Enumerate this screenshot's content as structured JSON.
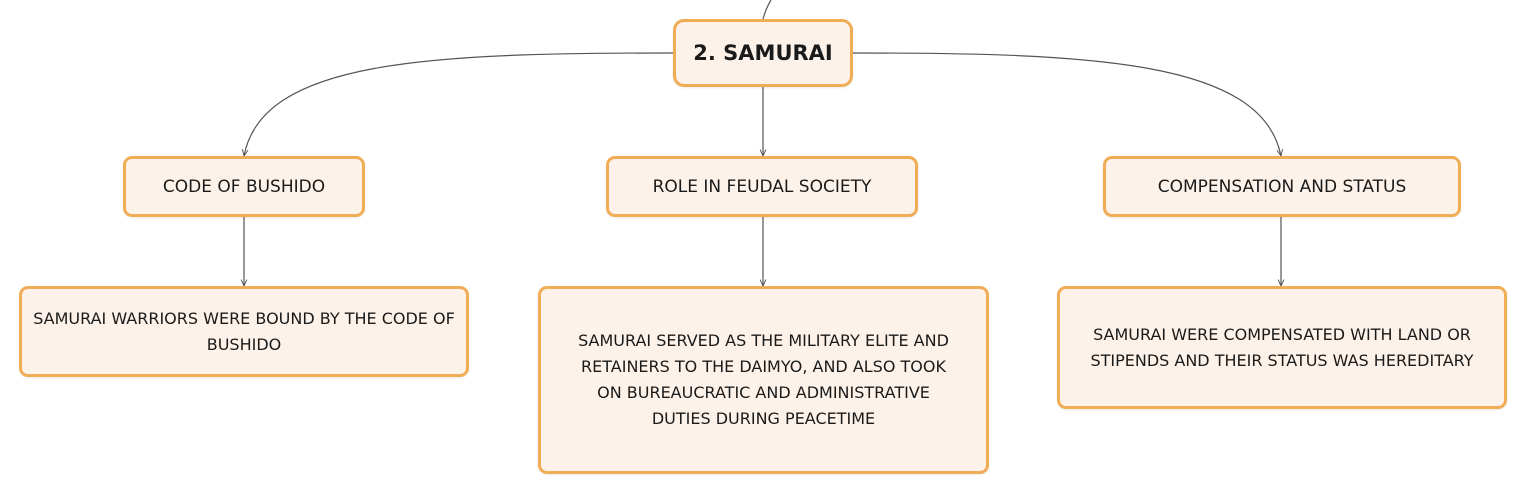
{
  "root": {
    "label": "2. SAMURAI"
  },
  "topics": [
    {
      "label": "CODE OF BUSHIDO",
      "detail": "SAMURAI WARRIORS WERE BOUND BY THE CODE OF BUSHIDO"
    },
    {
      "label": "ROLE IN FEUDAL SOCIETY",
      "detail": "SAMURAI SERVED AS THE MILITARY ELITE AND RETAINERS TO THE DAIMYO, AND ALSO TOOK ON BUREAUCRATIC AND ADMINISTRATIVE DUTIES DURING PEACETIME"
    },
    {
      "label": "COMPENSATION AND STATUS",
      "detail": "SAMURAI WERE COMPENSATED WITH LAND OR STIPENDS AND THEIR STATUS WAS HEREDITARY"
    }
  ],
  "colors": {
    "node_fill": "#fdf2ea",
    "node_border": "#f0ad55",
    "connector": "#555555"
  }
}
